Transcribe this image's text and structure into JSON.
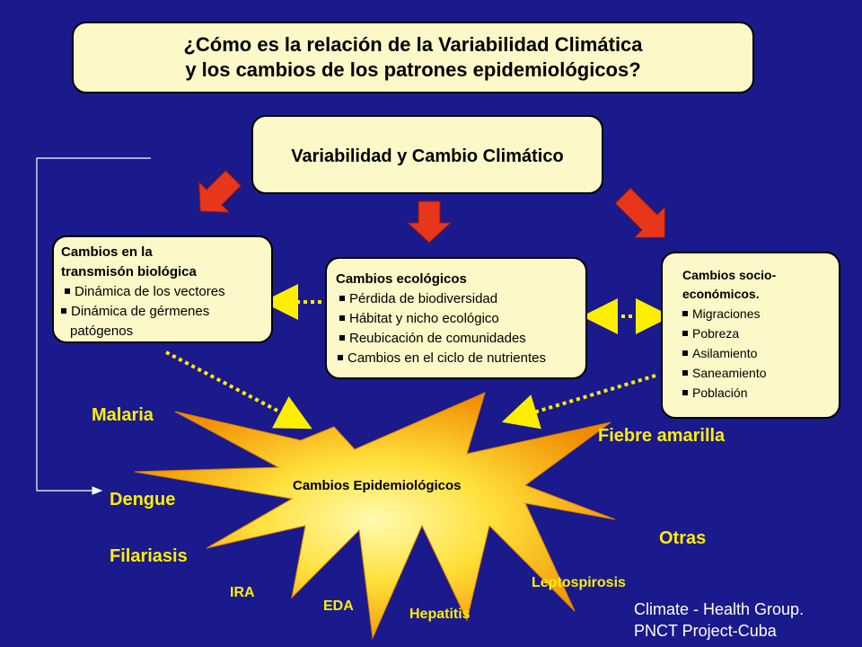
{
  "title": {
    "line1": "¿Cómo es la relación de la Variabilidad Climática",
    "line2": "y los cambios de los patrones epidemiológicos?"
  },
  "main_node": "Variabilidad y Cambio Climático",
  "bio_box": {
    "heading_line1": "Cambios en la",
    "heading_line2": "transmisón biológica",
    "items": [
      "Dinámica de los vectores",
      "Dinámica de gérmenes",
      "patógenos"
    ]
  },
  "eco_box": {
    "heading": "Cambios ecológicos",
    "items": [
      "Pérdida de biodiversidad",
      "Hábitat y nicho ecológico",
      "Reubicación de comunidades",
      "Cambios en el ciclo de nutrientes"
    ]
  },
  "soc_box": {
    "heading_line1": "Cambios socio-",
    "heading_line2": "económicos.",
    "items": [
      "Migraciones",
      "Pobreza",
      "Asilamiento",
      "Saneamiento",
      "Población"
    ]
  },
  "center_label": "Cambios Epidemiológicos",
  "diseases": {
    "malaria": "Malaria",
    "dengue": "Dengue",
    "filariasis": "Filariasis",
    "ira": "IRA",
    "eda": "EDA",
    "hepatitis": "Hepatitis",
    "leptospirosis": "Leptospirosis",
    "otras": "Otras",
    "fiebre": "Fiebre amarilla"
  },
  "credit": {
    "line1": "Climate - Health Group.",
    "line2": "PNCT Project-Cuba"
  },
  "colors": {
    "background": "#1a1a8c",
    "box_fill": "#fdf8c8",
    "arrow_red": "#e8361a",
    "dotted_yellow": "#ffee00",
    "burst_outer": "#f0a000",
    "burst_inner": "#fff47a",
    "disease_text": "#ffee00"
  }
}
